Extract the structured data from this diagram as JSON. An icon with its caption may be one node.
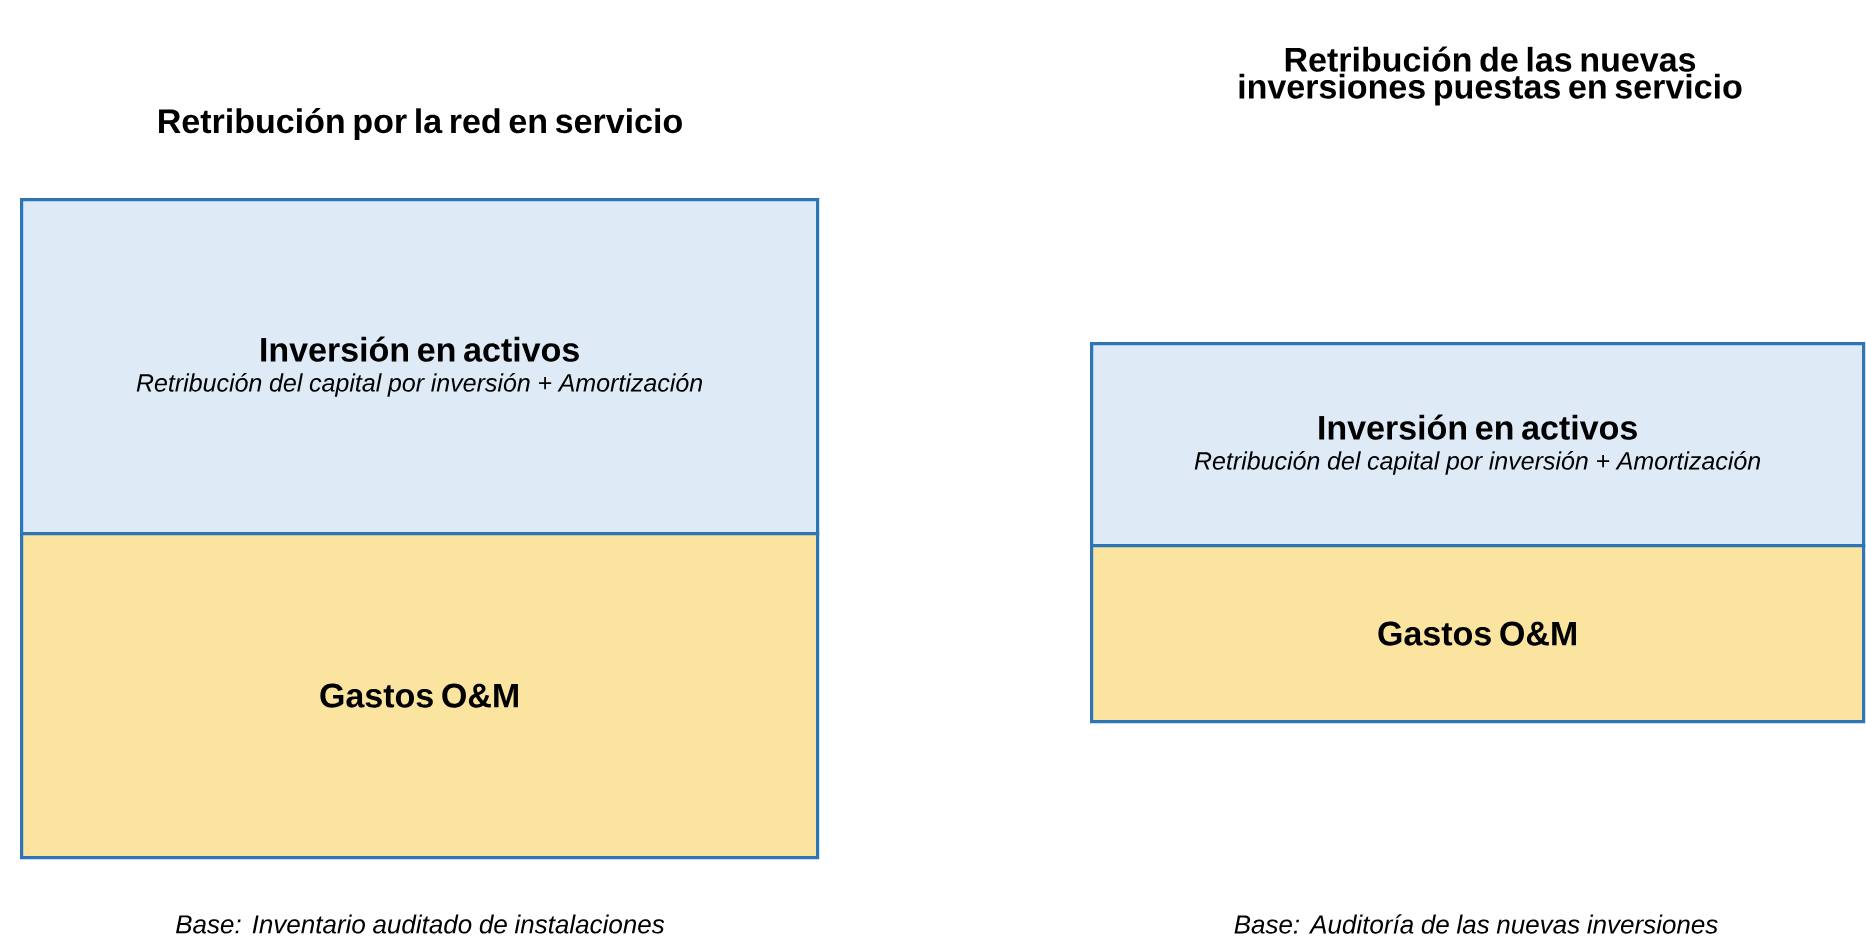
{
  "diagram": {
    "nodes": [
      {
        "text": [
          "Inversión en activos",
          "Retribución del capital por inversión + Amortización"
        ]
      },
      {
        "text": [
          "Gastos O&M"
        ]
      },
      {
        "text": [
          "Inversión en activos",
          "Retribución del capital por inversión + Amortización"
        ]
      },
      {
        "text": [
          "Gastos O&M"
        ]
      }
    ],
    "labels": [
      "Retribución por la red en servicio",
      "Retribución de las nuevas inversiones puestas en servicio",
      "Base: Inventario auditado de instalaciones",
      "Base: Auditoría de las nuevas inversiones"
    ]
  }
}
